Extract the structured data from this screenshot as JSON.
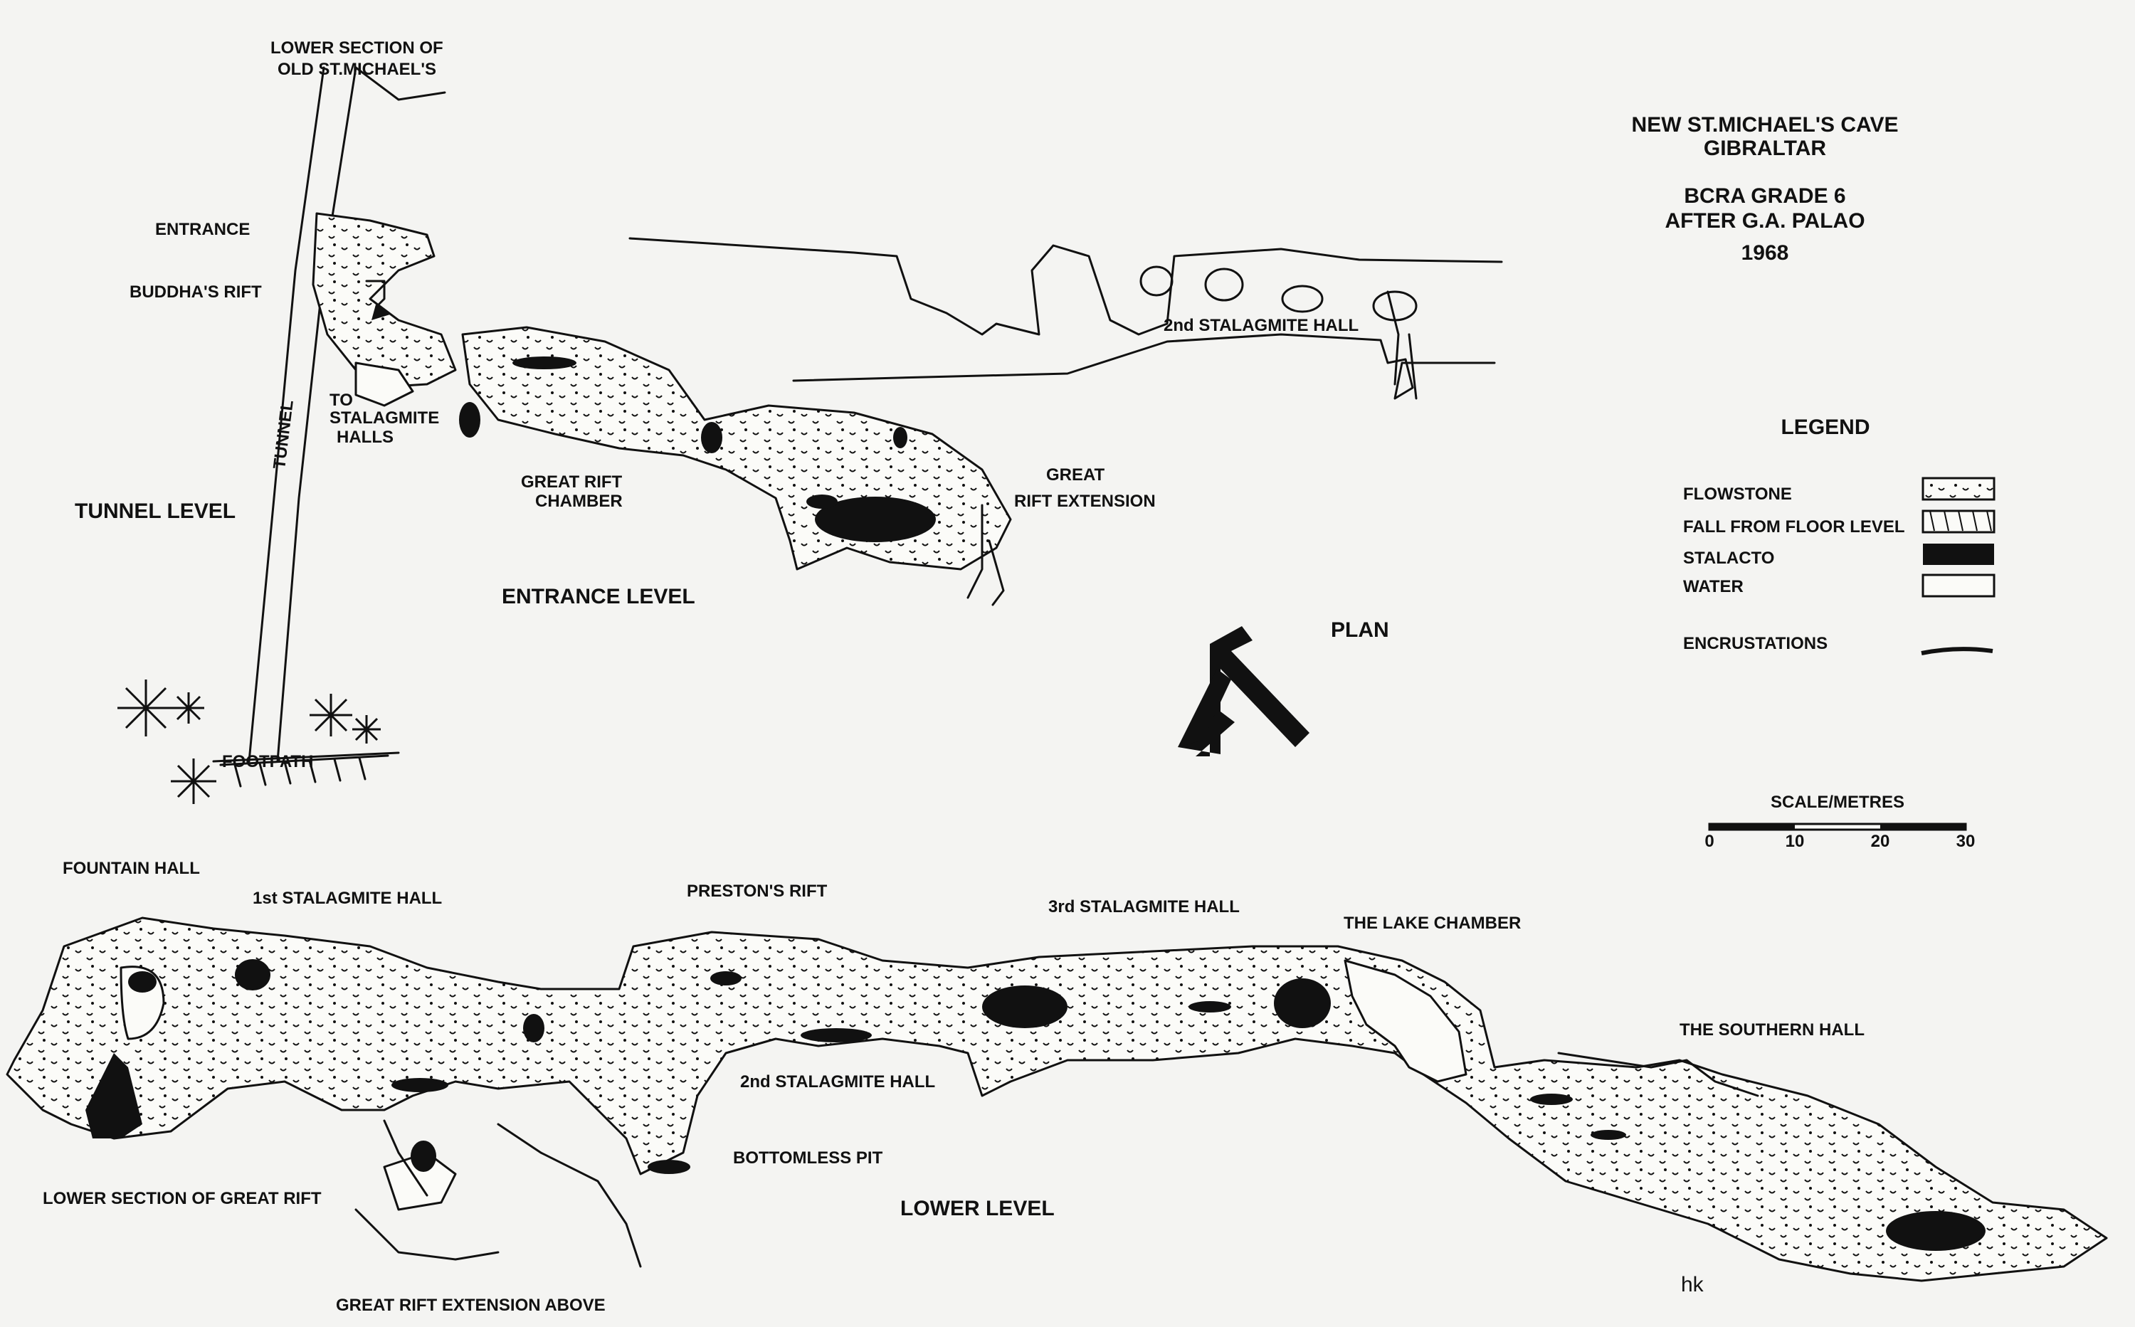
{
  "title": {
    "line1": "NEW ST.MICHAEL'S CAVE",
    "line2": "GIBRALTAR",
    "line3": "BCRA GRADE 6",
    "line4": "AFTER G.A. PALAO",
    "line5": "1968"
  },
  "views": {
    "plan": "PLAN",
    "tunnel_level": "TUNNEL LEVEL",
    "entrance_level": "ENTRANCE LEVEL",
    "lower_level": "LOWER LEVEL"
  },
  "legend": {
    "heading": "LEGEND",
    "items": [
      {
        "label": "FLOWSTONE"
      },
      {
        "label": "FALL FROM FLOOR LEVEL"
      },
      {
        "label": "STALACTO"
      },
      {
        "label": "WATER"
      },
      {
        "label": "ENCRUSTATIONS"
      }
    ]
  },
  "scale": {
    "label": "SCALE/METRES",
    "ticks": [
      "0",
      "10",
      "20",
      "30"
    ]
  },
  "places": {
    "lower_old_st_michaels_1": "LOWER SECTION OF",
    "lower_old_st_michaels_2": "OLD ST.MICHAEL'S",
    "entrance": "ENTRANCE",
    "buddhas_rift": "BUDDHA'S RIFT",
    "to_stalagmite_1": "TO",
    "to_stalagmite_2": "STALAGMITE",
    "to_stalagmite_3": "HALLS",
    "tunnel": "TUNNEL",
    "footpath": "FOOTPATH",
    "great_rift_chamber_1": "GREAT RIFT",
    "great_rift_chamber_2": "CHAMBER",
    "great_rift_ext_1": "GREAT",
    "great_rift_ext_2": "RIFT EXTENSION",
    "second_stalagmite_hall_upper": "2nd STALAGMITE HALL",
    "fountain_hall": "FOUNTAIN HALL",
    "first_stalagmite_hall": "1st STALAGMITE HALL",
    "prestons_rift": "PRESTON'S RIFT",
    "third_stalagmite_hall": "3rd STALAGMITE HALL",
    "lake_chamber": "THE LAKE CHAMBER",
    "southern_hall": "THE SOUTHERN HALL",
    "second_stalagmite_hall_lower": "2nd STALAGMITE HALL",
    "bottomless_pit": "BOTTOMLESS PIT",
    "lower_great_rift": "LOWER SECTION OF GREAT RIFT",
    "great_rift_ext_above": "GREAT RIFT EXTENSION ABOVE"
  },
  "signature": "hk"
}
